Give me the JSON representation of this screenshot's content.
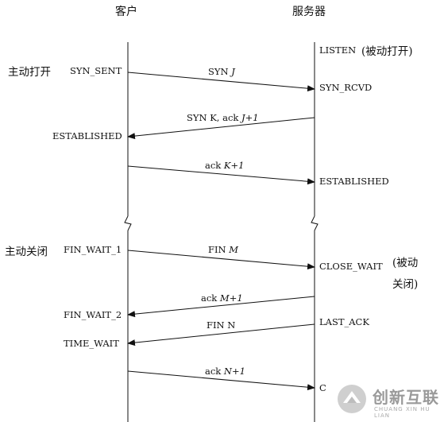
{
  "headers": {
    "client": "客户",
    "server": "服务器"
  },
  "client_annotations": {
    "active_open": "主动打开",
    "active_close": "主动关闭"
  },
  "client_states": {
    "syn_sent": "SYN_SENT",
    "established": "ESTABLISHED",
    "fin_wait_1": "FIN_WAIT_1",
    "fin_wait_2": "FIN_WAIT_2",
    "time_wait": "TIME_WAIT"
  },
  "server_states": {
    "listen": "LISTEN",
    "syn_rcvd": "SYN_RCVD",
    "established": "ESTABLISHED",
    "close_wait": "CLOSE_WAIT",
    "last_ack": "LAST_ACK",
    "closed_partial": "C"
  },
  "server_annotations": {
    "passive_open": "(被动打开)",
    "passive_close_line1": "(被动",
    "passive_close_line2": "关闭)"
  },
  "messages": {
    "syn": {
      "plain": "SYN ",
      "italic": "J"
    },
    "syn_ack": {
      "plain": "SYN K, ack ",
      "italic": "J+1"
    },
    "ack1": {
      "plain": "ack ",
      "italic": "K+1"
    },
    "fin_m": {
      "plain": "FIN ",
      "italic": "M"
    },
    "ack_m": {
      "plain": "ack ",
      "italic": "M+1"
    },
    "fin_n": {
      "plain": "FIN N",
      "italic": ""
    },
    "ack_n": {
      "plain": "ack ",
      "italic": "N+1"
    }
  },
  "watermark": {
    "text_cn": "创新互联",
    "text_en": "CHUANG XIN HU LIAN",
    "color": "#9a9a9a"
  },
  "colors": {
    "line": "#111111"
  }
}
